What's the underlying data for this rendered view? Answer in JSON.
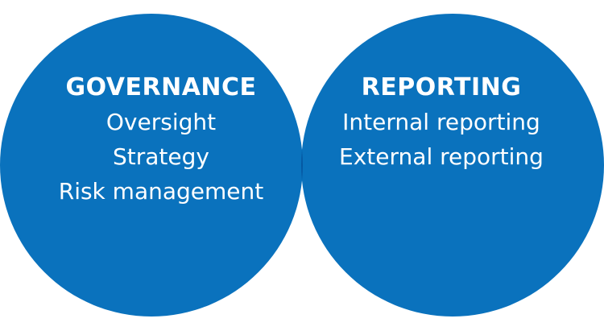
{
  "colors": {
    "circle": "#0a72bd",
    "overlap": "#0558a2",
    "text": "#ffffff"
  },
  "circles": [
    {
      "heading": "GOVERNANCE",
      "items": [
        "Oversight",
        "Strategy",
        "Risk management"
      ]
    },
    {
      "heading": "REPORTING",
      "items": [
        "Internal reporting",
        "External reporting"
      ]
    }
  ]
}
